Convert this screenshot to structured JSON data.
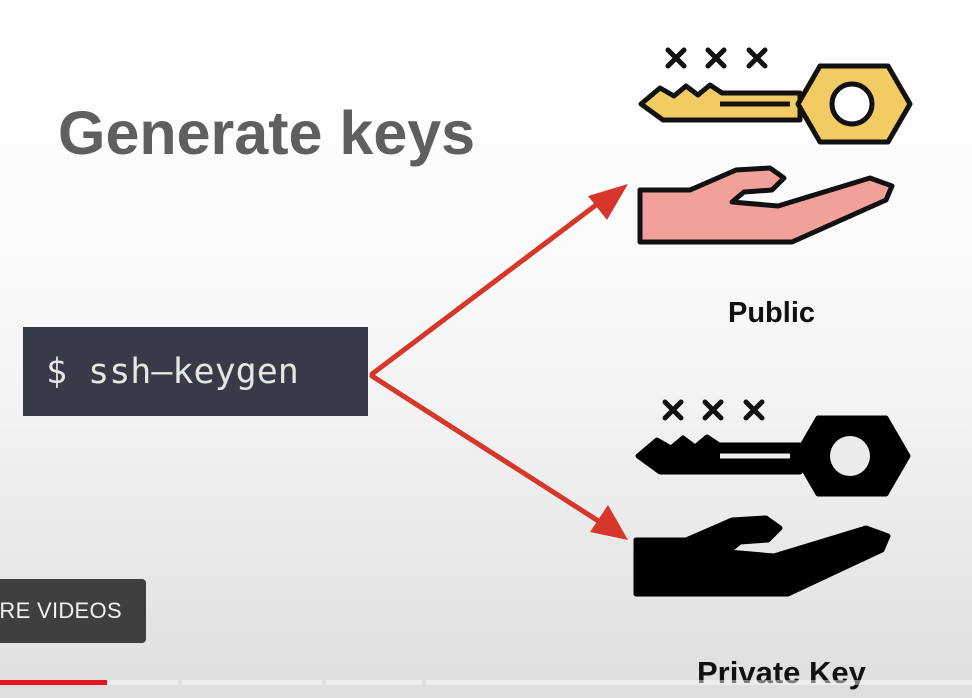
{
  "slide": {
    "title": "Generate keys",
    "command": "$ ssh–keygen",
    "public_label": "Public",
    "private_label": "Private Key"
  },
  "player": {
    "more_videos_label": "ORE VIDEOS",
    "progress_played": 0.11
  },
  "colors": {
    "title": "#5f5f5f",
    "terminal_bg": "#363b47",
    "terminal_text": "#e6e6e6",
    "arrow": "#d7362b",
    "public_key_fill": "#f3cb63",
    "public_hand_fill": "#f1a19a",
    "private_fill": "#000000",
    "progress_played": "#e4161b"
  },
  "icons": {
    "public_key": "key-icon",
    "public_hand": "hand-icon",
    "private_key": "key-icon",
    "private_hand": "hand-icon"
  }
}
